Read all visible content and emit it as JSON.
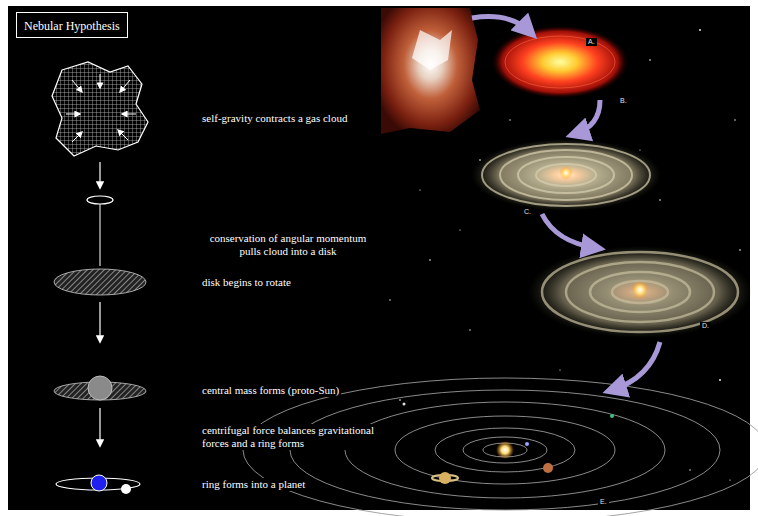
{
  "diagram": {
    "title": "Nebular Hypothesis",
    "labels": [
      "self-gravity contracts a gas cloud",
      "conservation of angular momentum pulls cloud into a disk",
      "disk begins to rotate",
      "central mass forms (proto-Sun)",
      "centrifugal force balances gravitational forces and a ring forms",
      "ring forms into a planet",
      "A.",
      "B.",
      "C.",
      "D.",
      "E."
    ]
  }
}
